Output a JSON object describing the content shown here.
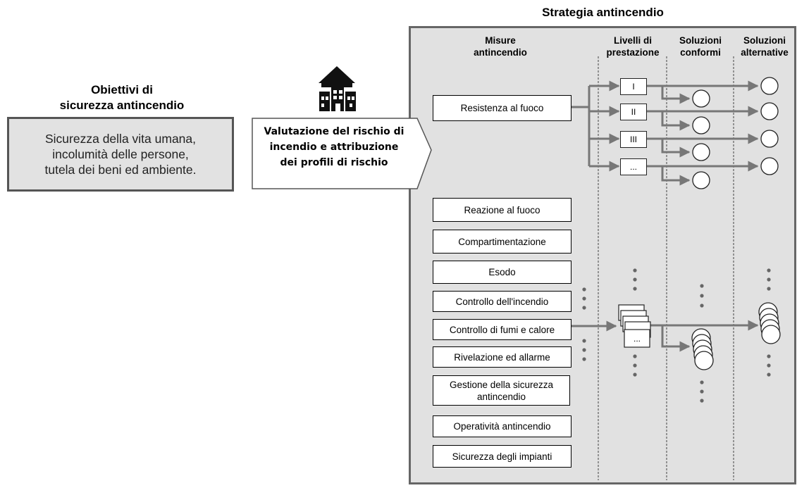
{
  "strategy_title": "Strategia antincendio",
  "objectives": {
    "title_line1": "Obiettivi di",
    "title_line2": "sicurezza antincendio",
    "box_line1": "Sicurezza della vita umana,",
    "box_line2": "incolumità delle persone,",
    "box_line3": "tutela dei beni ed ambiente."
  },
  "risk": {
    "line1": "Valutazione del rischio di",
    "line2": "incendio e attribuzione",
    "line3": "dei profili di rischio",
    "icon": "building-icon"
  },
  "columns": {
    "measures_1": "Misure",
    "measures_2": "antincendio",
    "levels_1": "Livelli di",
    "levels_2": "prestazione",
    "conform_1": "Soluzioni",
    "conform_2": "conformi",
    "alt_1": "Soluzioni",
    "alt_2": "alternative"
  },
  "measures": [
    "Resistenza al fuoco",
    "Reazione al fuoco",
    "Compartimentazione",
    "Esodo",
    "Controllo dell'incendio",
    "Controllo di fumi e calore",
    "Rivelazione ed allarme",
    "Gestione della sicurezza antincendio",
    "Operatività antincendio",
    "Sicurezza degli impianti"
  ],
  "levels": [
    "I",
    "II",
    "III",
    "..."
  ],
  "stack_level_label": "..."
}
